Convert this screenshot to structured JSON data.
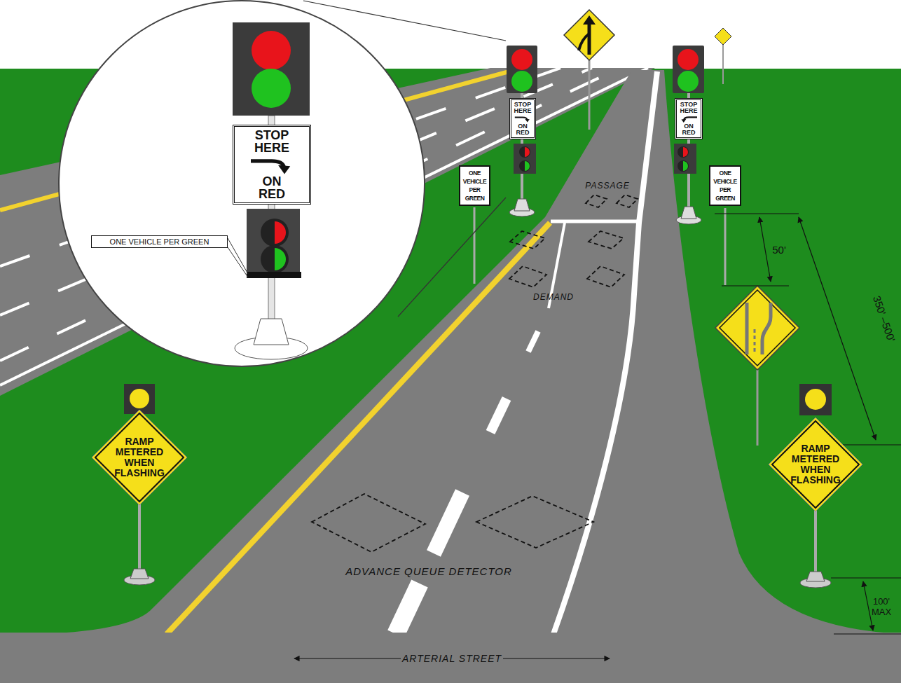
{
  "diagram": {
    "nodes": [
      {
        "text": [
          "STOP HERE ON RED"
        ]
      },
      {
        "text": [
          "STOP HERE ON RED"
        ]
      },
      {
        "text": [
          "STOP HERE ON RED"
        ]
      },
      {
        "text": [
          "ONE VEHICLE PER GREEN"
        ]
      },
      {
        "text": [
          "ONE VEHICLE PER GREEN"
        ]
      },
      {
        "text": [
          "ONE VEHICLE PER GREEN"
        ]
      },
      {
        "text": [
          "RAMP METERED WHEN FLASHING"
        ]
      },
      {
        "text": [
          "RAMP METERED WHEN FLASHING"
        ]
      }
    ],
    "labels": [
      "PASSAGE",
      "50'",
      "DEMAND",
      "350' –500'",
      "ADVANCE QUEUE DETECTOR",
      "100' MAX",
      "ARTERIAL STREET"
    ]
  }
}
